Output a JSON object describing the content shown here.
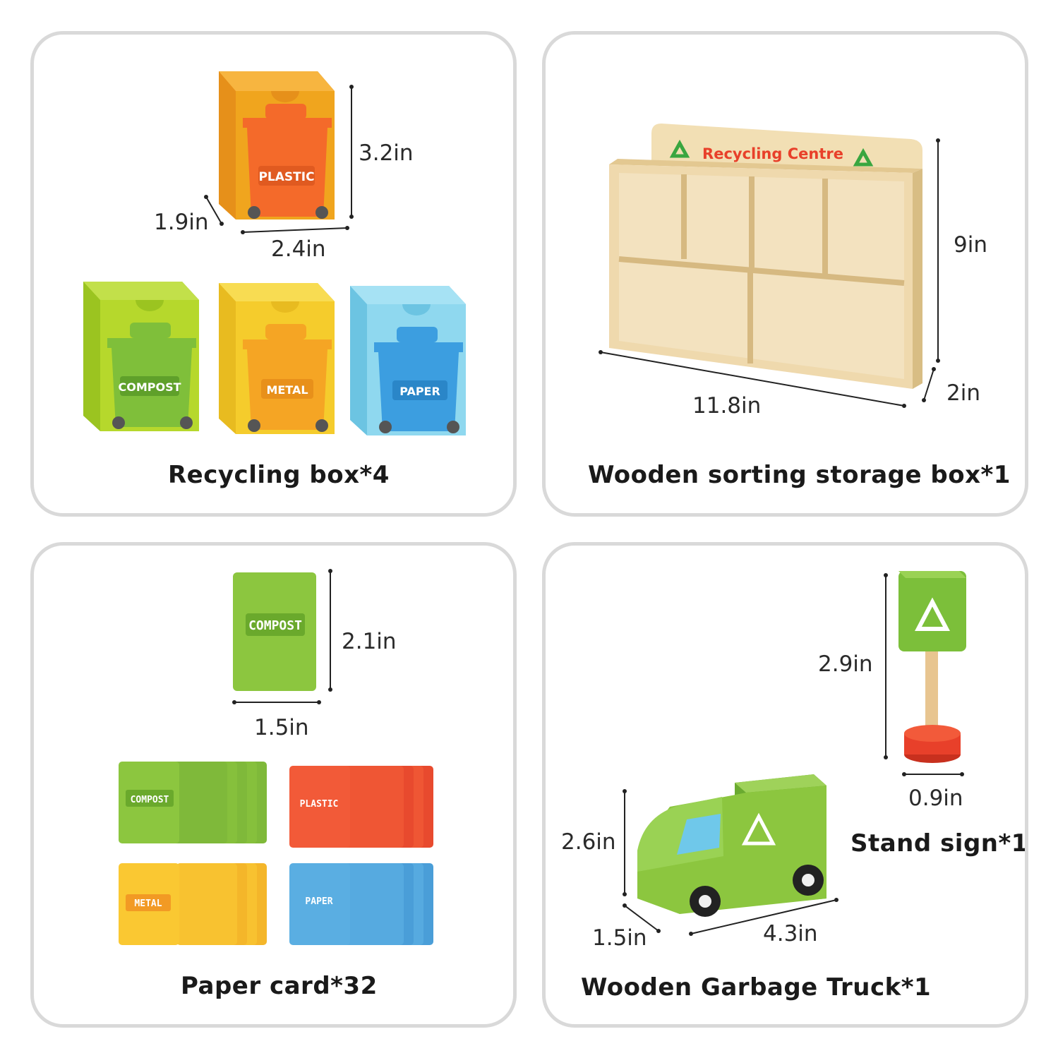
{
  "colors": {
    "panel_border": "#d9d9d9",
    "plastic": "#f0a51e",
    "compost": "#a5d02a",
    "metal": "#f5cc2c",
    "paper": "#7fd4ee",
    "wood": "#eed9b0",
    "truck_green": "#8cc63f",
    "sign_red": "#e8402a"
  },
  "panels": {
    "recycling_box": {
      "caption": "Recycling box*4",
      "dims": {
        "height": "3.2in",
        "depth": "1.9in",
        "width": "2.4in"
      },
      "bins": [
        {
          "label": "PLASTIC",
          "icon": "trash-bin-icon"
        },
        {
          "label": "COMPOST",
          "icon": "trash-bin-icon"
        },
        {
          "label": "METAL",
          "icon": "trash-bin-icon"
        },
        {
          "label": "PAPER",
          "icon": "trash-bin-icon"
        }
      ]
    },
    "storage_box": {
      "caption": "Wooden sorting storage box*1",
      "sign_text": "Recycling Centre",
      "icon": "recycle-icon",
      "dims": {
        "height": "9in",
        "width": "11.8in",
        "depth": "2in"
      }
    },
    "paper_card": {
      "caption": "Paper card*32",
      "sample_label": "COMPOST",
      "dims": {
        "height": "2.1in",
        "width": "1.5in"
      },
      "stacks": [
        {
          "label": "COMPOST"
        },
        {
          "label": "PLASTIC"
        },
        {
          "label": "METAL"
        },
        {
          "label": "PAPER"
        }
      ]
    },
    "truck": {
      "caption": "Wooden Garbage Truck*1",
      "dims": {
        "height": "2.6in",
        "depth": "1.5in",
        "length": "4.3in"
      },
      "icon": "recycle-icon"
    },
    "stand_sign": {
      "caption": "Stand sign*1",
      "dims": {
        "height": "2.9in",
        "width": "0.9in"
      },
      "icon": "recycle-icon"
    }
  }
}
